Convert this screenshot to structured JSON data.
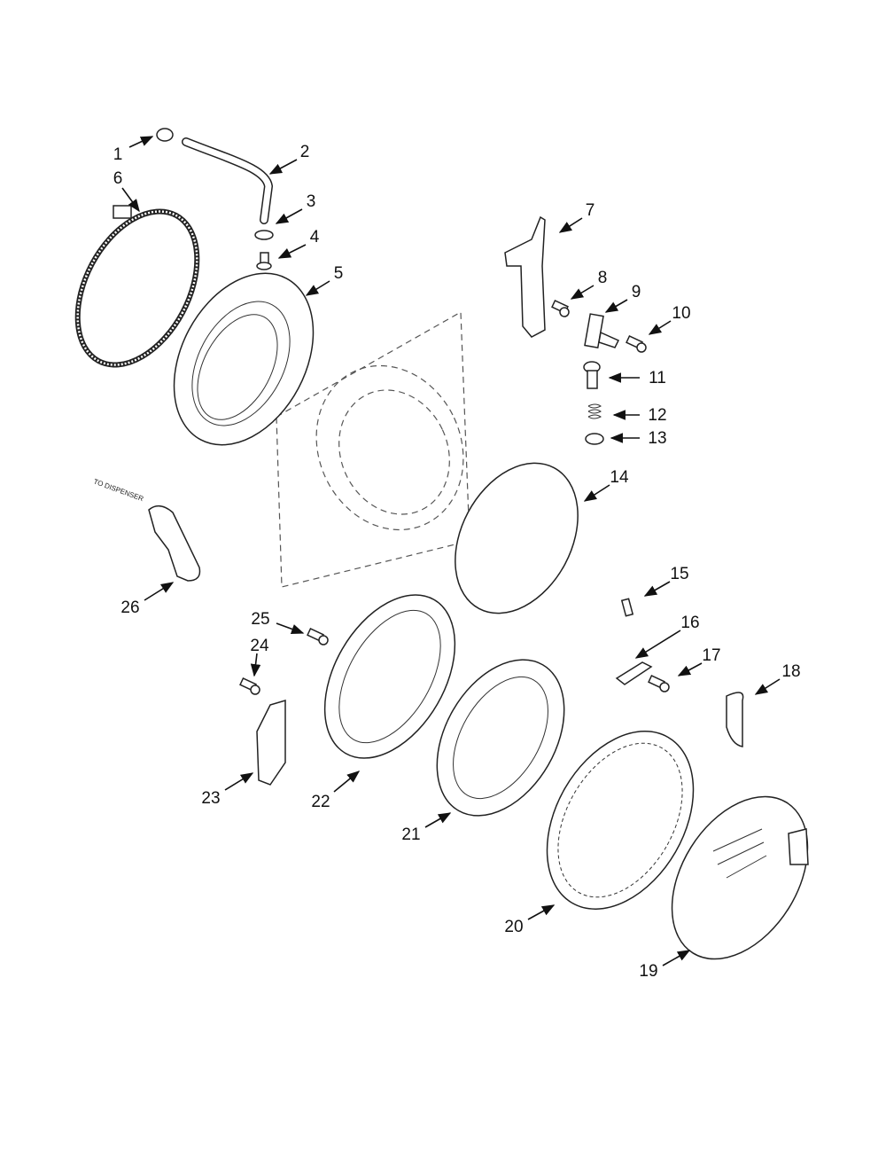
{
  "diagram": {
    "title": "Door parts exploded view",
    "note": "TO DISPENSER",
    "callouts": [
      "1",
      "2",
      "3",
      "4",
      "5",
      "6",
      "7",
      "8",
      "9",
      "10",
      "11",
      "12",
      "13",
      "14",
      "15",
      "16",
      "17",
      "18",
      "19",
      "20",
      "21",
      "22",
      "23",
      "24",
      "25",
      "26"
    ]
  }
}
